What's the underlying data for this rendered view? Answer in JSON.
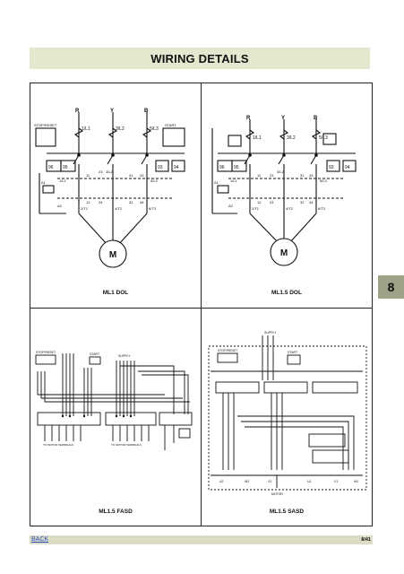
{
  "header": {
    "title": "WIRING DETAILS"
  },
  "side_tab": {
    "label": "8"
  },
  "panels": [
    {
      "caption": "ML1 DOL",
      "labels": {
        "phase_r": "R",
        "phase_y": "Y",
        "phase_b": "B",
        "l1": "1/L1",
        "l2": "3/L2",
        "l3": "5/L3",
        "stop_reset": "STOP/RESET",
        "start": "START",
        "t96": "96",
        "t95": "95",
        "t93": "93",
        "t94": "94",
        "c11": "11",
        "c23": "23",
        "c3l2": "3/L2",
        "c31": "31",
        "c43": "43",
        "c5l3": "5/L3",
        "c1l1": "1/L1",
        "c12": "12",
        "c24": "24",
        "c32": "32",
        "c44": "44",
        "t1": "2/T1",
        "t2": "4/T2",
        "t3": "6/T3",
        "a1": "A1",
        "a2": "A2",
        "motor": "M"
      }
    },
    {
      "caption": "ML1.5 DOL",
      "labels": {
        "phase_r": "R",
        "phase_y": "Y",
        "phase_b": "B",
        "l1": "1/L1",
        "l2": "3/L2",
        "l3": "5/L3",
        "t96": "96",
        "t95": "95",
        "t93": "93",
        "t94": "94",
        "c11": "11",
        "c23": "23",
        "c3l2": "3/L2",
        "c31": "31",
        "c43": "43",
        "c5l3": "5/L3",
        "c1l1": "1/L1",
        "c12": "12",
        "c24": "24",
        "c32": "32",
        "c44": "44",
        "t1": "2/T1",
        "t2": "4/T2",
        "t3": "6/T3",
        "a1": "A1",
        "a2": "A2",
        "motor": "M"
      }
    },
    {
      "caption": "ML1.5 FASD",
      "labels": {
        "stop_reset": "STOP/RESET",
        "start": "START",
        "supply": "SUPPLY",
        "motor_terminals_1": "TO MOTOR TERMINALS",
        "motor_terminals_2": "TO MOTOR TERMINALS"
      }
    },
    {
      "caption": "ML1.5 SASD",
      "labels": {
        "supply": "SUPPLY",
        "stop_reset": "STOP/RESET",
        "start": "START",
        "motor": "MOTOR",
        "u2": "U2",
        "w2": "W2",
        "v2": "V2",
        "u1": "U1",
        "v1": "V1",
        "w1": "W1"
      }
    }
  ],
  "footer": {
    "back_label": "BACK",
    "page": "8/41"
  }
}
